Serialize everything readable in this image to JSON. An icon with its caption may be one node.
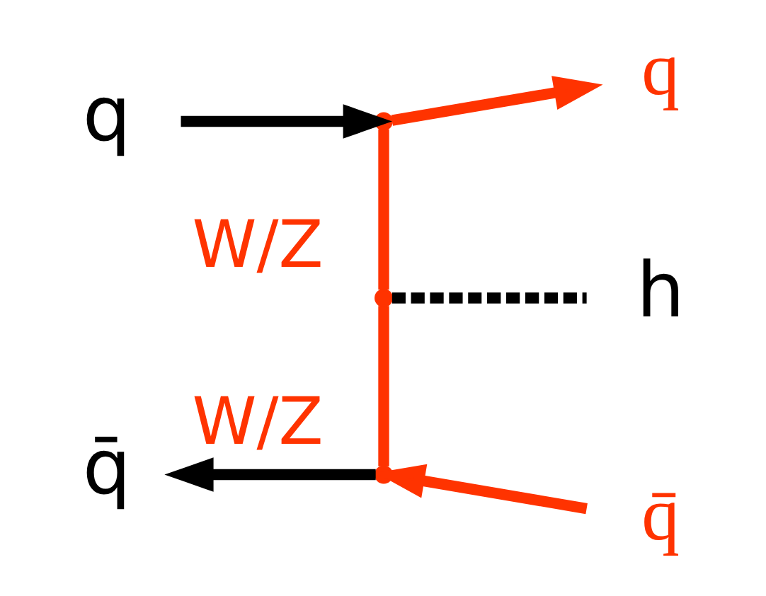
{
  "diagram": {
    "nodes": [
      {
        "text": [
          "q"
        ]
      },
      {
        "text": [
          "q"
        ]
      },
      {
        "text": [],
        "shape": "point"
      },
      {
        "text": [],
        "shape": "point"
      },
      {
        "text": [
          "h"
        ]
      },
      {
        "text": [],
        "shape": "point"
      },
      {
        "text": [
          "q̄"
        ]
      },
      {
        "text": [
          "q̄"
        ]
      }
    ],
    "edges": [
      {
        "from": 0,
        "to": 2,
        "arrow": "to",
        "color": "#000000"
      },
      {
        "from": 2,
        "to": 1,
        "arrow": "to"
      },
      {
        "from": 2,
        "to": 3,
        "arrow": "none",
        "label": "W/Z"
      },
      {
        "from": 3,
        "to": 4,
        "arrow": "none",
        "style": "dashed",
        "color": "#000000"
      },
      {
        "from": 3,
        "to": 5,
        "arrow": "none",
        "label": "W/Z"
      },
      {
        "from": 5,
        "to": 6,
        "arrow": "to",
        "color": "#000000"
      },
      {
        "from": 7,
        "to": 5,
        "arrow": "to"
      }
    ]
  }
}
